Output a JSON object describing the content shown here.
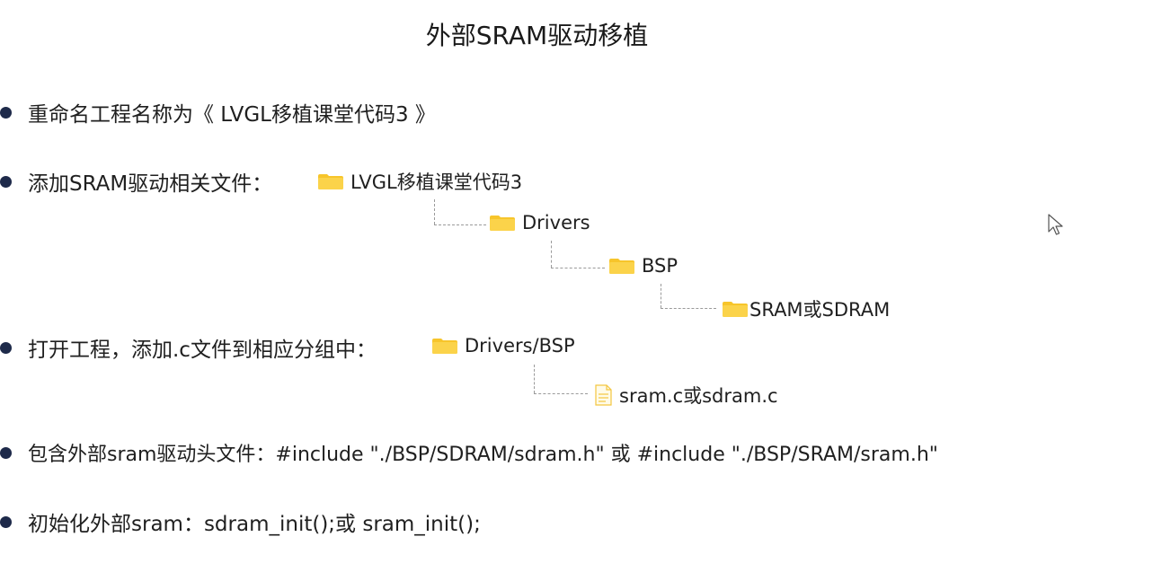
{
  "slide": {
    "title": "外部SRAM驱动移植"
  },
  "bullets": {
    "b1": "重命名工程名称为《 LVGL移植课堂代码3 》",
    "b2": "添加SRAM驱动相关文件：",
    "b3": "打开工程，添加.c文件到相应分组中：",
    "b4": "包含外部sram驱动头文件：#include \"./BSP/SDRAM/sdram.h\" 或 #include \"./BSP/SRAM/sram.h\"",
    "b5": "初始化外部sram：sdram_init();或 sram_init();"
  },
  "tree1": {
    "root": "LVGL移植课堂代码3",
    "level1": "Drivers",
    "level2": "BSP",
    "level3": "SRAM或SDRAM"
  },
  "tree2": {
    "root": "Drivers/BSP",
    "child": "sram.c或sdram.c"
  },
  "icons": {
    "folder": "folder-icon",
    "file": "file-icon",
    "cursor": "mouse-cursor-icon"
  },
  "colors": {
    "folder": "#f7c52b",
    "bullet": "#1e2a4a",
    "connector": "#9a9a9a"
  }
}
